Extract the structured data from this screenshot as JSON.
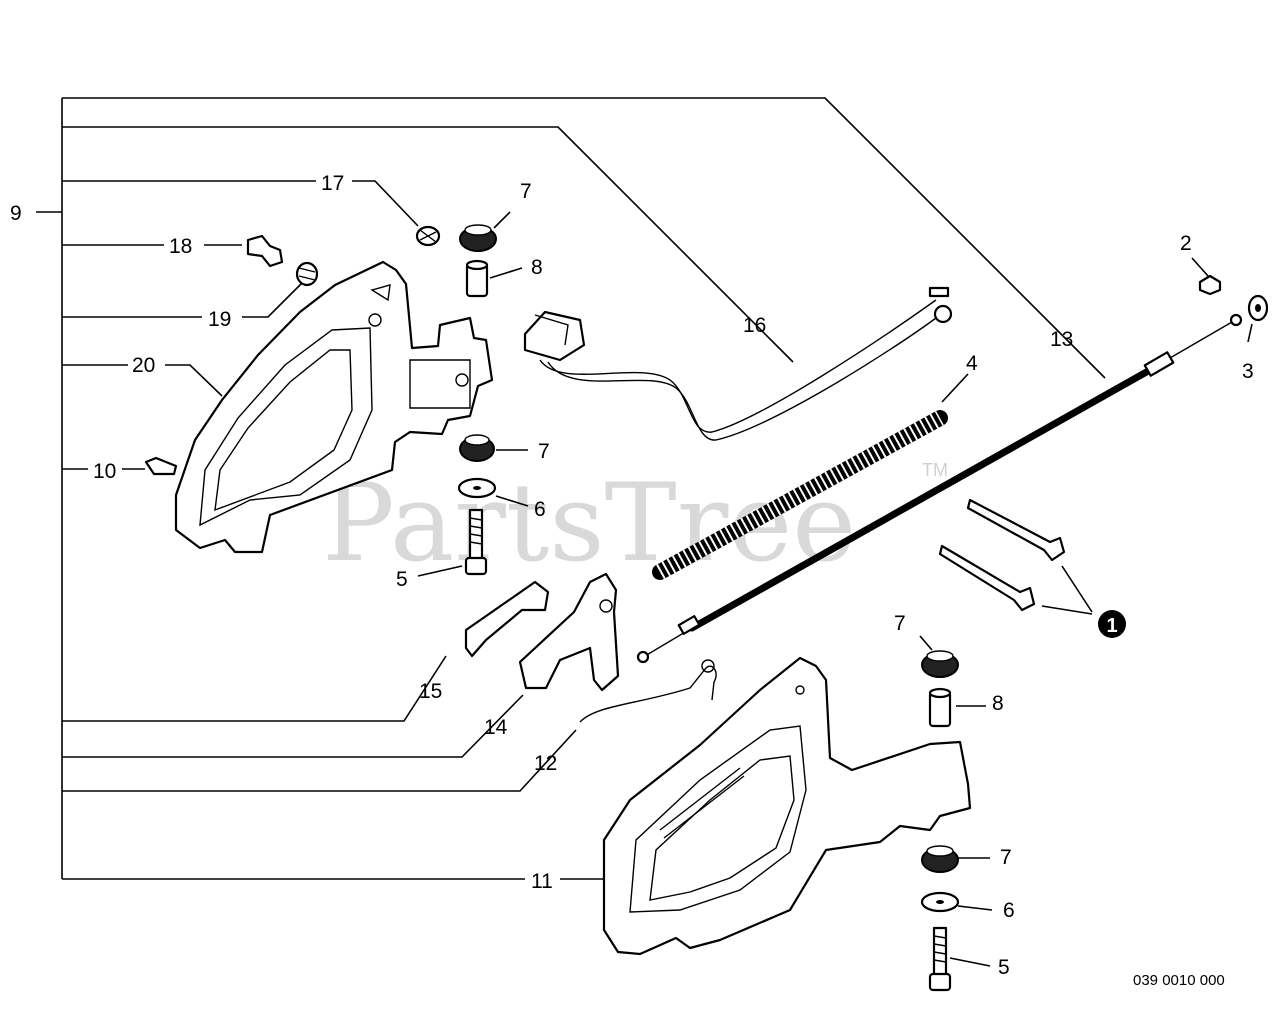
{
  "watermark": {
    "text": "PartsTree",
    "tm": "TM"
  },
  "diagram_code": "039 0010 000",
  "note_marker": "1",
  "callouts": {
    "c9": "9",
    "c17": "17",
    "c18": "18",
    "c19": "19",
    "c20": "20",
    "c10": "10",
    "c7a": "7",
    "c8a": "8",
    "c7b": "7",
    "c6a": "6",
    "c5a": "5",
    "c16": "16",
    "c13": "13",
    "c4": "4",
    "c2": "2",
    "c3": "3",
    "c15": "15",
    "c14": "14",
    "c12": "12",
    "c11": "11",
    "c7c": "7",
    "c8b": "8",
    "c7d": "7",
    "c6b": "6",
    "c5b": "5"
  }
}
